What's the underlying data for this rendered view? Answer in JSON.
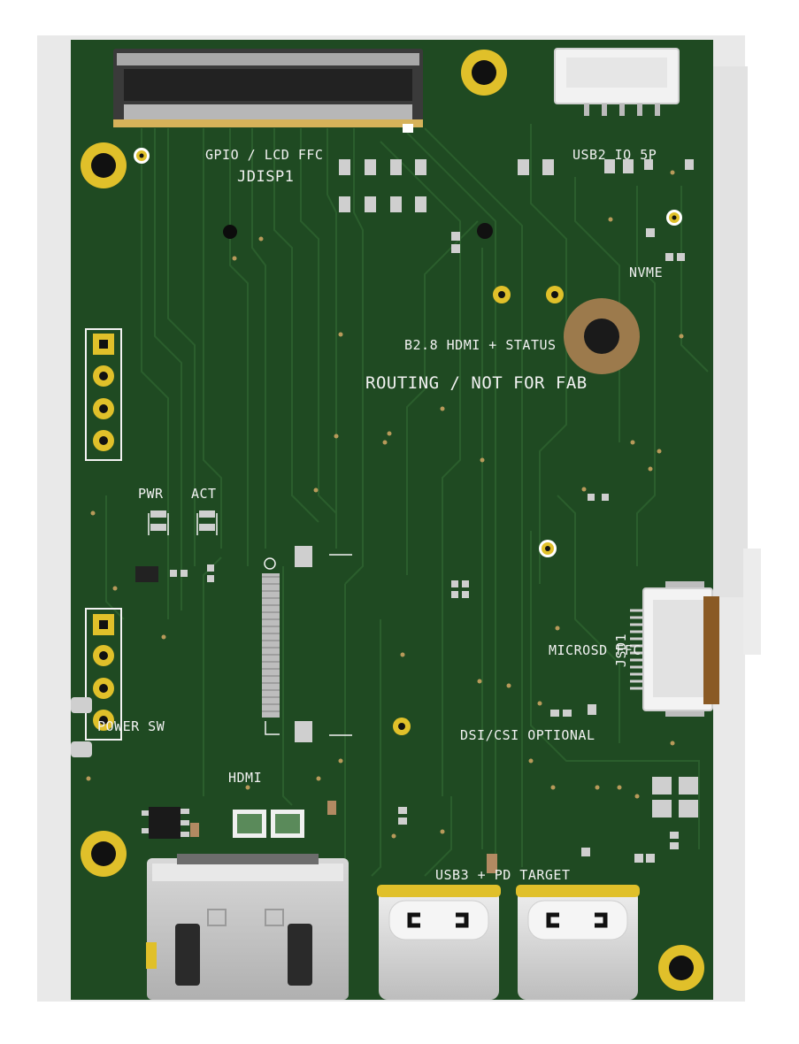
{
  "board": {
    "colors": {
      "background": "#ffffff",
      "shadow": "#e9e9e9",
      "board": "#1f4a22",
      "trace": "#28592a",
      "silk": "#f2f2f2",
      "gold": "#e0c02a",
      "copper": "#9c7a4c",
      "metal": "#c9c9c9",
      "connector_body": "#8a5a24"
    },
    "labels": {
      "gpio_lcd_ffc": "GPIO / LCD FFC",
      "jdisp1": "JDISP1",
      "usb2_io_5p": "USB2 IO 5P",
      "nvme": "NVME",
      "b28_hdmi_status": "B2.8 HDMI + STATUS",
      "routing_not_for_fab": "ROUTING / NOT FOR FAB",
      "pwr": "PWR",
      "act": "ACT",
      "microsd_ffc": "MICROSD FFC",
      "jsd1": "JSD1",
      "power_sw": "POWER SW",
      "dsi_csi_optional": "DSI/CSI OPTIONAL",
      "hdmi": "HDMI",
      "usb3_pd_target": "USB3 + PD TARGET"
    }
  }
}
